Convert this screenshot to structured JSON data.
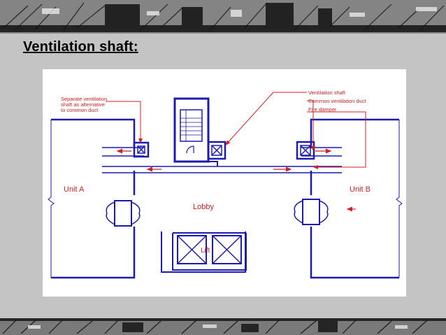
{
  "slide": {
    "title": "Ventilation shaft:"
  },
  "diagram": {
    "callouts": {
      "separate_ventilation": [
        "Separate ventilation",
        "shaft as alternative",
        "to common duct"
      ],
      "ventilation_shaft": "Ventilation shaft",
      "common_ventilation_duct": "Common ventilation duct",
      "fire_damper": "Fire damper"
    },
    "rooms": {
      "unit_a": "Unit A",
      "unit_b": "Unit B",
      "lobby": "Lobby",
      "lift": "Lift"
    },
    "colors": {
      "walls": "#1b1bb0",
      "annotations": "#d42020",
      "background": "#c4c4c4"
    }
  }
}
